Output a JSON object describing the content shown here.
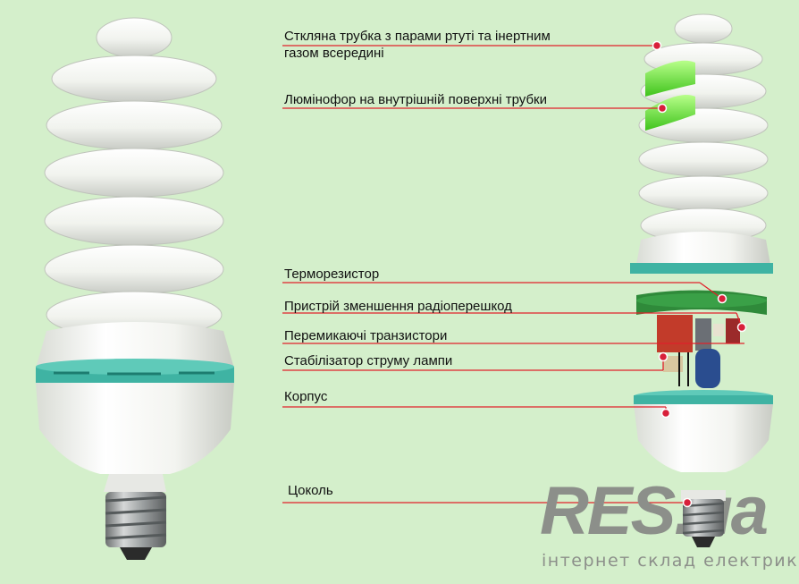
{
  "labels": {
    "glass_tube_line1": "Стклянa трубка з парами ртуті та інертним",
    "glass_tube_line2": "газом всередині",
    "phosphor": "Люмінофор на внутрішній поверхні трубки",
    "thermistor": "Терморезистор",
    "rfi_filter": "Пристрій зменшення радіоперешкод",
    "switching_transistors": "Перемикаючі транзистори",
    "current_stabilizer": "Стабілізатор струму лампи",
    "housing": "Корпус",
    "base": "Цоколь"
  },
  "brand": {
    "logo": "RES.ua",
    "tagline": "інтернет склад електрики"
  },
  "colors": {
    "background": "#d4efcb",
    "leader_line": "#e0202a",
    "dot": "#d8203a",
    "phosphor_green": "#6fe03a",
    "teal_ring": "#3fb3a3",
    "logo_gray": "#8c8f8a"
  }
}
